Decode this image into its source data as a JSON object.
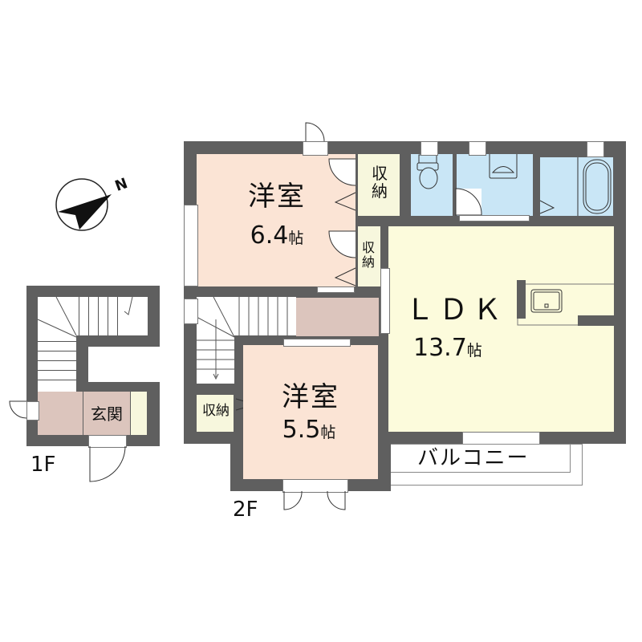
{
  "floors": {
    "first": {
      "label": "1F",
      "rooms": [
        {
          "id": "entrance",
          "name": "玄関",
          "color": "#dcc5bd"
        }
      ]
    },
    "second": {
      "label": "2F",
      "rooms": [
        {
          "id": "western-room-1",
          "name": "洋室",
          "size": "6.4",
          "unit": "帖",
          "color": "#fbe4d5"
        },
        {
          "id": "storage-1",
          "name": "収納",
          "color": "#f7f7dd"
        },
        {
          "id": "storage-2",
          "name": "収納",
          "color": "#f7f7dd"
        },
        {
          "id": "ldk",
          "name": "ＬＤＫ",
          "size": "13.7",
          "unit": "帖",
          "color": "#fcfbdc"
        },
        {
          "id": "western-room-2",
          "name": "洋室",
          "size": "5.5",
          "unit": "帖",
          "color": "#fbe4d5"
        },
        {
          "id": "storage-3",
          "name": "収納",
          "color": "#f7f7dd"
        },
        {
          "id": "balcony",
          "name": "バルコニー",
          "color": "#ffffff"
        },
        {
          "id": "toilet",
          "name": "",
          "color": "#c9e6f6"
        },
        {
          "id": "washroom",
          "name": "",
          "color": "#c9e6f6"
        },
        {
          "id": "bathroom",
          "name": "",
          "color": "#c9e6f6"
        },
        {
          "id": "hall",
          "name": "",
          "color": "#dcc5bd"
        }
      ]
    }
  },
  "compass": {
    "icon": "north-arrow-icon",
    "label": "N"
  },
  "colors": {
    "wall": "#5f5f5f",
    "western_room": "#fbe4d5",
    "ldk": "#fcfbdc",
    "storage": "#f7f7dd",
    "wet_area": "#c9e6f6",
    "hall": "#dcc5bd"
  }
}
